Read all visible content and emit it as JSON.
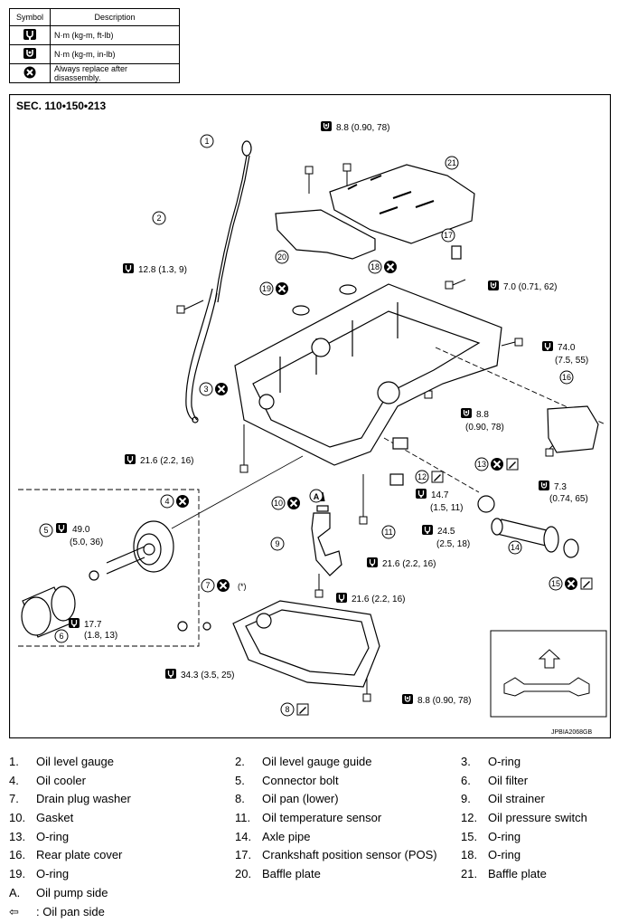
{
  "symbol_table": {
    "header_symbol": "Symbol",
    "header_description": "Description",
    "rows": [
      {
        "icon": "torque-wrench-icon",
        "text": "N·m (kg-m, ft-lb)"
      },
      {
        "icon": "torque-wrench-small-icon",
        "text": "N·m (kg-m, in-lb)"
      },
      {
        "icon": "always-replace-icon",
        "text": "Always replace after disassembly."
      }
    ]
  },
  "diagram": {
    "section": "SEC. 110•150•213",
    "code": "JPBIA2068GB",
    "torques": {
      "t1": "8.8 (0.90, 78)",
      "t2": "12.8 (1.3, 9)",
      "t3": "7.0 (0.71, 62)",
      "t4a": "74.0",
      "t4b": "(7.5, 55)",
      "t5a": "8.8",
      "t5b": "(0.90, 78)",
      "t6": "21.6 (2.2, 16)",
      "t7a": "14.7",
      "t7b": "(1.5, 11)",
      "t8a": "24.5",
      "t8b": "(2.5, 18)",
      "t9a": "7.3",
      "t9b": "(0.74, 65)",
      "t10a": "49.0",
      "t10b": "(5.0, 36)",
      "t11": "21.6 (2.2, 16)",
      "t12": "21.6 (2.2, 16)",
      "t13a": "17.7",
      "t13b": "(1.8, 13)",
      "t14": "34.3 (3.5, 25)",
      "t15": "8.8 (0.90, 78)"
    },
    "callouts": [
      "1",
      "2",
      "3",
      "4",
      "5",
      "6",
      "7",
      "8",
      "9",
      "10",
      "11",
      "12",
      "13",
      "14",
      "15",
      "16",
      "17",
      "18",
      "19",
      "20",
      "21"
    ],
    "label_a": "A",
    "asterisk": "(*)"
  },
  "legend": [
    [
      {
        "n": "1.",
        "t": "Oil level gauge"
      },
      {
        "n": "2.",
        "t": "Oil level gauge guide"
      },
      {
        "n": "3.",
        "t": "O-ring"
      }
    ],
    [
      {
        "n": "4.",
        "t": "Oil cooler"
      },
      {
        "n": "5.",
        "t": "Connector bolt"
      },
      {
        "n": "6.",
        "t": "Oil filter"
      }
    ],
    [
      {
        "n": "7.",
        "t": "Drain plug washer"
      },
      {
        "n": "8.",
        "t": "Oil pan (lower)"
      },
      {
        "n": "9.",
        "t": "Oil strainer"
      }
    ],
    [
      {
        "n": "10.",
        "t": "Gasket"
      },
      {
        "n": "11.",
        "t": "Oil temperature sensor"
      },
      {
        "n": "12.",
        "t": "Oil pressure switch"
      }
    ],
    [
      {
        "n": "13.",
        "t": "O-ring"
      },
      {
        "n": "14.",
        "t": "Axle pipe"
      },
      {
        "n": "15.",
        "t": "O-ring"
      }
    ],
    [
      {
        "n": "16.",
        "t": "Rear plate cover"
      },
      {
        "n": "17.",
        "t": "Crankshaft position sensor (POS)"
      },
      {
        "n": "18.",
        "t": "O-ring"
      }
    ],
    [
      {
        "n": "19.",
        "t": "O-ring"
      },
      {
        "n": "20.",
        "t": "Baffle plate"
      },
      {
        "n": "21.",
        "t": "Baffle plate"
      }
    ],
    [
      {
        "n": "A.",
        "t": "Oil pump side"
      }
    ],
    [
      {
        "n": "⇦",
        "t": ": Oil pan side"
      }
    ]
  ]
}
